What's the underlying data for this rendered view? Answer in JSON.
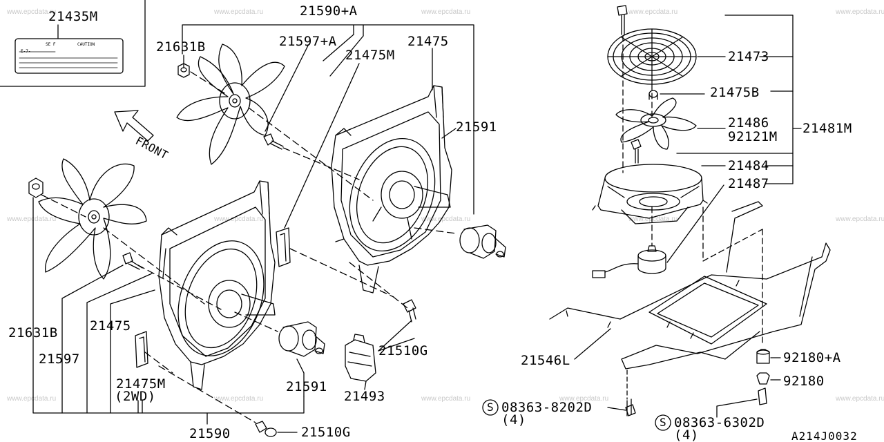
{
  "diagram_id": "A214J0032",
  "watermark": "www.epcdata.ru",
  "labels": {
    "p21435M": "21435M",
    "p21590A": "21590+A",
    "p21631B_top": "21631B",
    "p21597A": "21597+A",
    "p21475M": "21475M",
    "p21475_top": "21475",
    "p21591_top": "21591",
    "front": "FRONT",
    "p21631B_left": "21631B",
    "p21597": "21597",
    "p21475_left": "21475",
    "p21475M_2wd": "21475M",
    "note_2wd": "(2WD)",
    "p21591_bot": "21591",
    "p21510G_mid": "21510G",
    "p21493": "21493",
    "p21590": "21590",
    "p21510G_bot": "21510G",
    "p21473": "21473",
    "p21475B": "21475B",
    "p21486": "21486",
    "p92121M": "92121M",
    "p21481M": "21481M",
    "p21484": "21484",
    "p21487": "21487",
    "p21546L": "21546L",
    "p92180A": "92180+A",
    "p92180": "92180",
    "bolt1": "08363-8202D",
    "bolt1_qty": "(4)",
    "bolt2": "08363-6302D",
    "bolt2_qty": "(4)",
    "screw_symbol": "S",
    "ref_code": "A214J0032"
  },
  "sticker": {
    "row1_left": "SE F",
    "row1_right": "CAUTION",
    "row2": "E-7-"
  }
}
